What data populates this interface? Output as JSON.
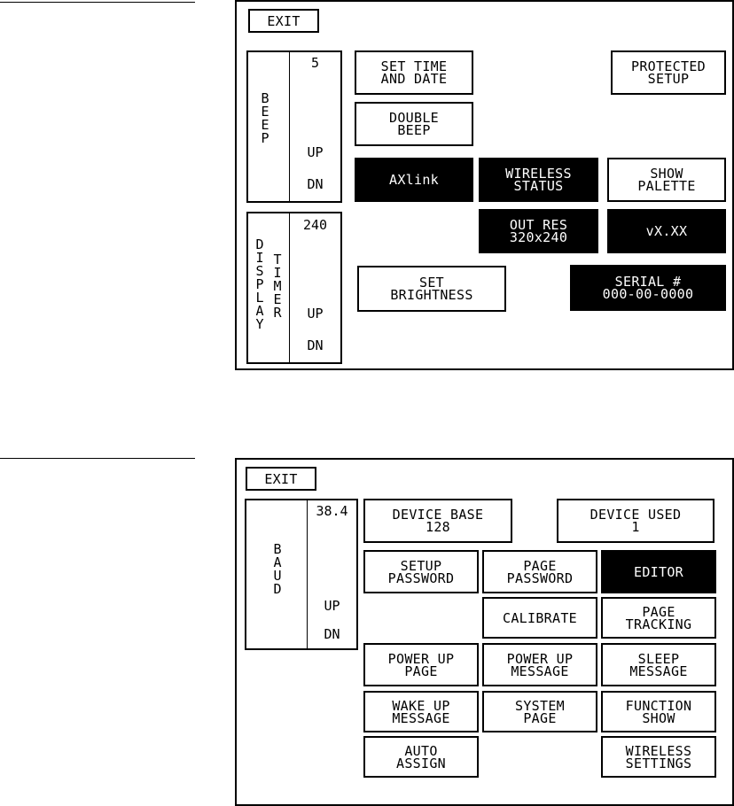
{
  "panel1": {
    "exit_label": "EXIT",
    "beep": {
      "label": "BEEP",
      "value": "5",
      "up": "UP",
      "dn": "DN"
    },
    "display_timer": {
      "label1": "DISPLAY",
      "label2": "TIMER",
      "value": "240",
      "up": "UP",
      "dn": "DN"
    },
    "buttons": {
      "set_time_date": "SET TIME\nAND DATE",
      "protected_setup": "PROTECTED\nSETUP",
      "double_beep": "DOUBLE\nBEEP",
      "axlink": "AXlink",
      "wireless_status": "WIRELESS\nSTATUS",
      "show_palette": "SHOW\nPALETTE",
      "out_res": "OUT RES\n320x240",
      "version": "vX.XX",
      "set_brightness": "SET\nBRIGHTNESS",
      "serial": "SERIAL #\n000-00-0000"
    }
  },
  "panel2": {
    "exit_label": "EXIT",
    "baud": {
      "label": "BAUD",
      "value": "38.4",
      "up": "UP",
      "dn": "DN"
    },
    "buttons": {
      "device_base": "DEVICE BASE\n128",
      "device_used": "DEVICE USED\n1",
      "setup_password": "SETUP\nPASSWORD",
      "page_password": "PAGE\nPASSWORD",
      "editor": "EDITOR",
      "calibrate": "CALIBRATE",
      "page_tracking": "PAGE\nTRACKING",
      "power_up_page": "POWER UP\nPAGE",
      "power_up_message": "POWER UP\nMESSAGE",
      "sleep_message": "SLEEP\nMESSAGE",
      "wake_up_message": "WAKE UP\nMESSAGE",
      "system_page": "SYSTEM\nPAGE",
      "function_show": "FUNCTION\nSHOW",
      "auto_assign": "AUTO\nASSIGN",
      "wireless_settings": "WIRELESS\nSETTINGS"
    }
  }
}
